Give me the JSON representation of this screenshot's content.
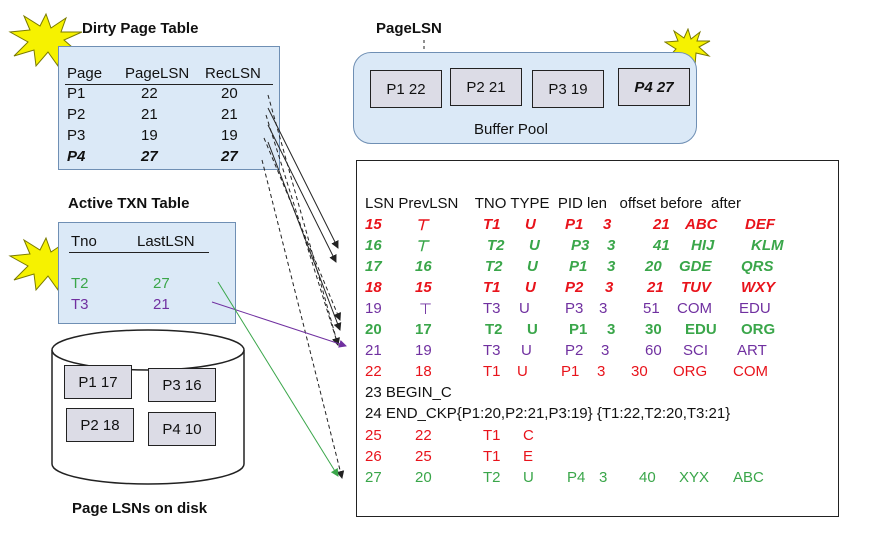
{
  "dirty_page_table": {
    "title": "Dirty Page Table",
    "headers": [
      "Page",
      "PageLSN",
      "RecLSN"
    ],
    "rows": [
      {
        "page": "P1",
        "pagelsn": "22",
        "reclsn": "20"
      },
      {
        "page": "P2",
        "pagelsn": "21",
        "reclsn": "21"
      },
      {
        "page": "P3",
        "pagelsn": "19",
        "reclsn": "19"
      },
      {
        "page": "P4",
        "pagelsn": "27",
        "reclsn": "27"
      }
    ]
  },
  "active_txn_table": {
    "title": "Active TXN Table",
    "headers": [
      "Tno",
      "LastLSN"
    ],
    "rows": [
      {
        "tno": "T2",
        "lastlsn": "27"
      },
      {
        "tno": "T3",
        "lastlsn": "21"
      }
    ]
  },
  "buffer_pool": {
    "pagelsn_label": "PageLSN",
    "label": "Buffer Pool",
    "pages": [
      "P1  22",
      "P2  21",
      "P3 19",
      "P4  27"
    ]
  },
  "disk": {
    "label": "Page LSNs on disk",
    "pages": [
      "P1 17",
      "P3 16",
      "P2 18",
      "P4 10"
    ]
  },
  "log": {
    "header": "LSN PrevLSN    TNO TYPE  PID len   offset before  after",
    "rows": [
      {
        "lsn": "15",
        "prev": "⊤",
        "tno": "T1",
        "type": "U",
        "pid": "P1",
        "len": "3",
        "off": "21",
        "before": "ABC",
        "after": "DEF"
      },
      {
        "lsn": "16",
        "prev": "⊤",
        "tno": "T2",
        "type": "U",
        "pid": "P3",
        "len": "3",
        "off": "41",
        "before": "HIJ",
        "after": "KLM"
      },
      {
        "lsn": "17",
        "prev": "16",
        "tno": "T2",
        "type": "U",
        "pid": "P1",
        "len": "3",
        "off": "20",
        "before": "GDE",
        "after": "QRS"
      },
      {
        "lsn": "18",
        "prev": "15",
        "tno": "T1",
        "type": "U",
        "pid": "P2",
        "len": "3",
        "off": "21",
        "before": "TUV",
        "after": "WXY"
      },
      {
        "lsn": "19",
        "prev": "⊤",
        "tno": "T3",
        "type": "U",
        "pid": "P3",
        "len": "3",
        "off": "51",
        "before": "COM",
        "after": "EDU"
      },
      {
        "lsn": "20",
        "prev": "17",
        "tno": "T2",
        "type": "U",
        "pid": "P1",
        "len": "3",
        "off": "30",
        "before": "EDU",
        "after": "ORG"
      },
      {
        "lsn": "21",
        "prev": "19",
        "tno": "T3",
        "type": "U",
        "pid": "P2",
        "len": "3",
        "off": "60",
        "before": "SCI",
        "after": "ART"
      },
      {
        "lsn": "22",
        "prev": "18",
        "tno": "T1",
        "type": "U",
        "pid": "P1",
        "len": "3",
        "off": "30",
        "before": "ORG",
        "after": "COM"
      }
    ],
    "begin_c": "23 BEGIN_C",
    "end_ckp": "24 END_CKP{P1:20,P2:21,P3:19} {T1:22,T2:20,T3:21}",
    "tail_rows": [
      {
        "lsn": "25",
        "prev": "22",
        "tno": "T1",
        "type": "C"
      },
      {
        "lsn": "26",
        "prev": "25",
        "tno": "T1",
        "type": "E"
      },
      {
        "lsn": "27",
        "prev": "20",
        "tno": "T2",
        "type": "U",
        "pid": "P4",
        "len": "3",
        "off": "40",
        "before": "XYX",
        "after": "ABC"
      }
    ]
  },
  "colors": {
    "red": "#e8131b",
    "green": "#3aa64a",
    "purple": "#7030a0",
    "dark_red": "#c0001a",
    "panel": "#dbe9f7",
    "star": "#f6f200"
  }
}
